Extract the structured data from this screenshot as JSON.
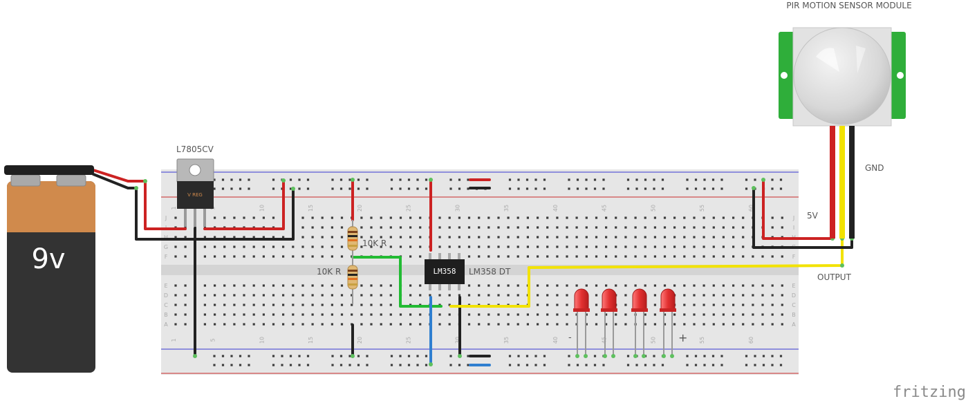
{
  "battery": {
    "label": "9v"
  },
  "regulator": {
    "label": "L7805CV",
    "body_text": "V REG"
  },
  "resistors": [
    {
      "label": "10K R"
    },
    {
      "label": "10K R"
    }
  ],
  "opamp": {
    "chip_text": "LM358",
    "label": "LM358 DT"
  },
  "sensor": {
    "title": "PIR MOTION SENSOR MODULE",
    "pin_gnd": "GND",
    "pin_5v": "5V",
    "pin_output": "OUTPUT"
  },
  "breadboard": {
    "column_numbers": [
      "1",
      "5",
      "10",
      "15",
      "20",
      "25",
      "30",
      "35",
      "40",
      "45",
      "50",
      "55",
      "60"
    ],
    "row_letters_top": [
      "J",
      "I",
      "H",
      "G",
      "F"
    ],
    "row_letters_bottom": [
      "E",
      "D",
      "C",
      "B",
      "A"
    ]
  },
  "led_markers": {
    "minus": "-",
    "plus": "+"
  },
  "brand": {
    "text": "fritzing"
  },
  "colors": {
    "wire_red": "#cc2222",
    "wire_black": "#222222",
    "wire_yellow": "#f2e200",
    "wire_green": "#22bb33",
    "wire_blue": "#2f7fd0",
    "led_red": "#e23030",
    "sensor_green": "#2fae3a",
    "battery_orange": "#d08a4c"
  }
}
